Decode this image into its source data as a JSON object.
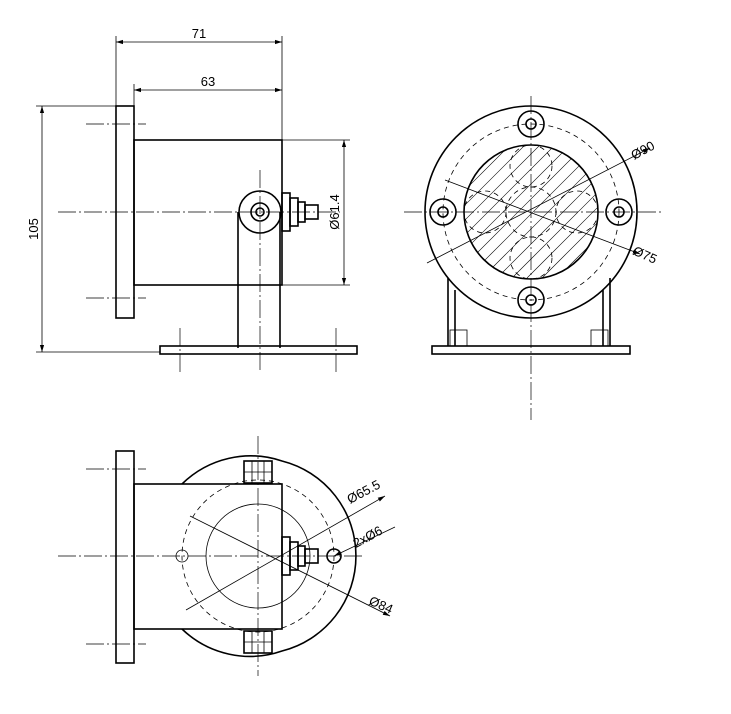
{
  "dimensions": {
    "overall_length": "71",
    "body_length": "63",
    "height": "105",
    "body_diameter": "Ø61.4",
    "bolt_circle_front": "Ø90",
    "lens_diameter": "Ø75",
    "bolt_circle_bottom": "Ø65.5",
    "holes": "2xØ6",
    "flange_diameter": "Ø84"
  },
  "colors": {
    "line": "#000000",
    "background": "#ffffff"
  }
}
